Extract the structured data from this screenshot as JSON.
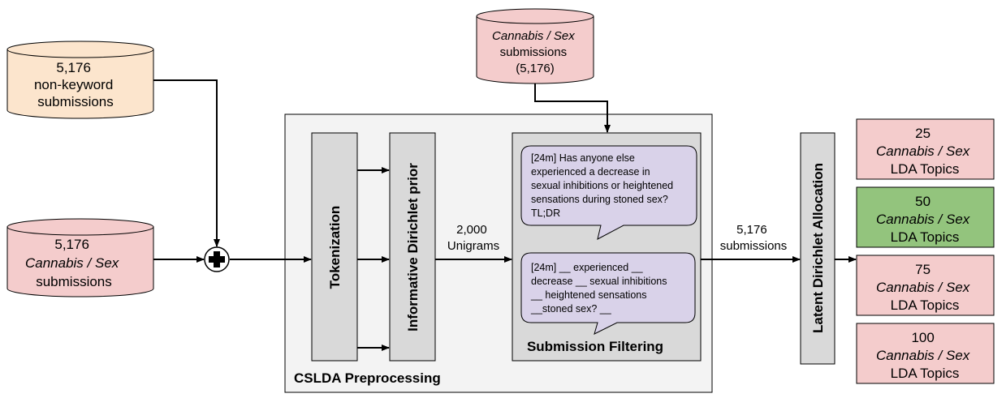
{
  "sources": {
    "nonkeyword": {
      "line1": "5,176",
      "line2": "non-keyword",
      "line3": "submissions",
      "fill": "#fce5cd"
    },
    "cannabis_left": {
      "line1": "5,176",
      "line2": "Cannabis / Sex",
      "line3": "submissions",
      "fill": "#f4cccc"
    },
    "cannabis_top": {
      "line1": "Cannabis / Sex",
      "line2": "submissions",
      "line3": "(5,176)",
      "fill": "#f4cccc"
    }
  },
  "preprocessing": {
    "title": "CSLDA Preprocessing",
    "tokenization": "Tokenization",
    "prior": "Informative Dirichlet prior",
    "unigrams_line1": "2,000",
    "unigrams_line2": "Unigrams",
    "filtering": {
      "title": "Submission Filtering",
      "bubble1": [
        "[24m] Has anyone else",
        "experienced a decrease in",
        "sexual inhibitions or heightened",
        "sensations during stoned sex?",
        "TL;DR"
      ],
      "bubble2": [
        "[24m] __ experienced __",
        "decrease __ sexual inhibitions",
        "__ heightened sensations",
        "__stoned sex? __"
      ]
    }
  },
  "submissions_label": {
    "line1": "5,176",
    "line2": "submissions"
  },
  "lda": "Latent Dirichlet Allocation",
  "topics": [
    {
      "count": "25",
      "name": "Cannabis / Sex",
      "suffix": "LDA Topics",
      "fill": "#f4cccc"
    },
    {
      "count": "50",
      "name": "Cannabis / Sex",
      "suffix": "LDA Topics",
      "fill": "#93c47d"
    },
    {
      "count": "75",
      "name": "Cannabis / Sex",
      "suffix": "LDA Topics",
      "fill": "#f4cccc"
    },
    {
      "count": "100",
      "name": "Cannabis / Sex",
      "suffix": "LDA Topics",
      "fill": "#f4cccc"
    }
  ],
  "colors": {
    "stage_fill": "#d9d9d9",
    "panel_fill": "#f3f3f3",
    "bubble_fill": "#d9d2e9",
    "stroke": "#000000"
  }
}
